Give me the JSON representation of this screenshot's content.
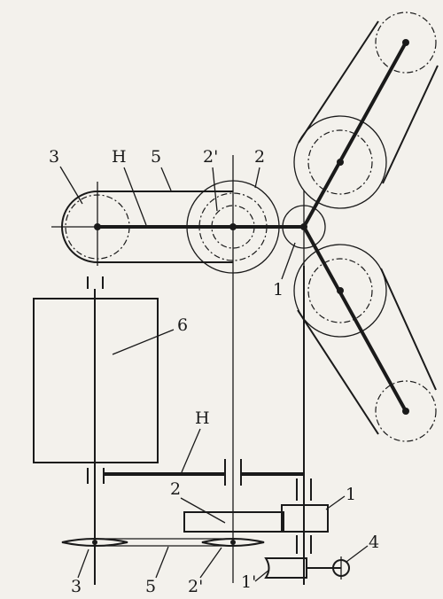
{
  "labels": {
    "upper_3": "3",
    "upper_H": "H",
    "upper_5": "5",
    "upper_2p": "2'",
    "upper_2": "2",
    "upper_1": "1",
    "box_6": "6",
    "lower_H": "H",
    "lower_2": "2",
    "lower_1": "1",
    "lower_4": "4",
    "lower_1p": "1'",
    "bottom_3": "3",
    "bottom_5": "5",
    "bottom_2p": "2'"
  }
}
